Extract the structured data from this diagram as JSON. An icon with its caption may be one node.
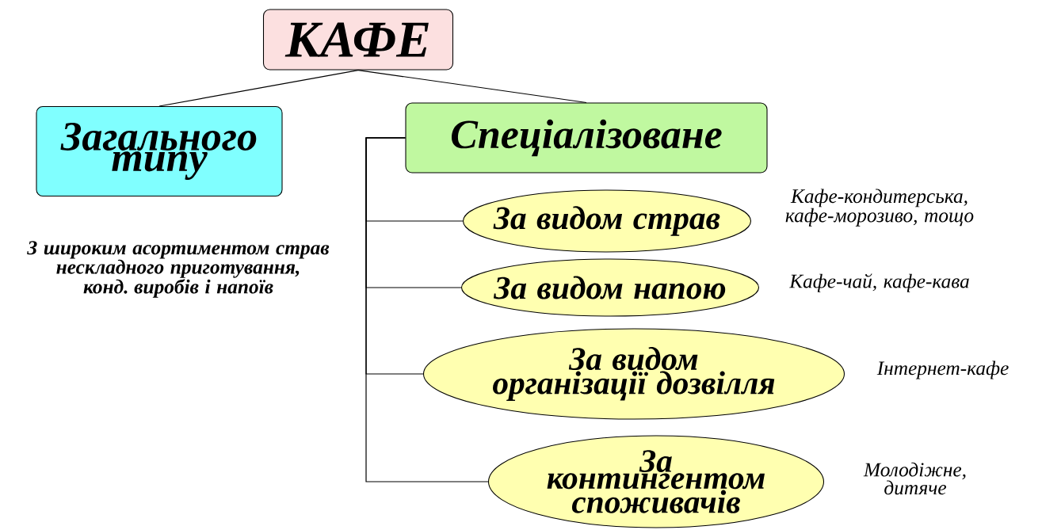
{
  "diagram": {
    "nodes": [
      {
        "text": [
          "КАФЕ"
        ]
      },
      {
        "text": [
          "Загального типу"
        ],
        "beside": [
          "З широким асортиментом страв нескладного приготування, конд. виробів і напоїв"
        ]
      },
      {
        "text": [
          "Спеціалізоване"
        ]
      },
      {
        "text": [
          "За видом страв"
        ],
        "beside": [
          "Кафе-кондитерська, кафе-морозиво, тощо"
        ]
      },
      {
        "text": [
          "За видом напою"
        ],
        "beside": [
          "Кафе-чай, кафе-кава"
        ]
      },
      {
        "text": [
          "За видом організації дозвілля"
        ],
        "beside": [
          "Інтернет-кафе"
        ]
      },
      {
        "text": [
          "За контингентом споживачів"
        ],
        "beside": [
          "Молодіжне, дитяче"
        ]
      }
    ],
    "edges": [
      {
        "from": 0,
        "to": 1,
        "arrow": "none"
      },
      {
        "from": 0,
        "to": 2,
        "arrow": "none"
      },
      {
        "from": 2,
        "to": 3,
        "arrow": "none"
      },
      {
        "from": 2,
        "to": 4,
        "arrow": "none"
      },
      {
        "from": 2,
        "to": 5,
        "arrow": "none"
      },
      {
        "from": 2,
        "to": 6,
        "arrow": "none"
      }
    ]
  }
}
